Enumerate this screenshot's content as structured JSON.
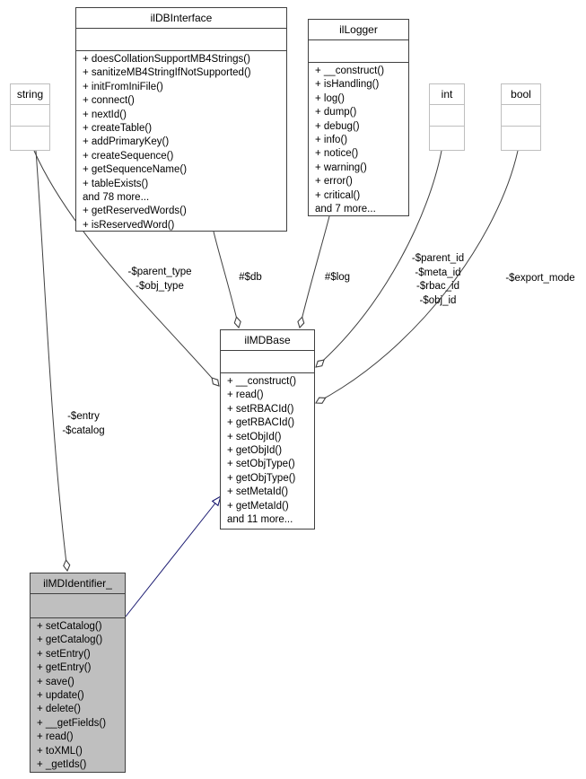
{
  "diagram_type": "uml-collaboration-diagram",
  "colors": {
    "edge": "#404040",
    "inheritance_edge": "#191970",
    "type_node_border": "#bebebe",
    "class_node_border": "#404040",
    "highlight_fill": "#bfbfbf",
    "node_fill": "#ffffff",
    "text": "#000000"
  },
  "nodes": {
    "ilDBInterface": {
      "title": "ilDBInterface",
      "members": [
        "+ doesCollationSupportMB4Strings()",
        "+ sanitizeMB4StringIfNotSupported()",
        "+ initFromIniFile()",
        "+ connect()",
        "+ nextId()",
        "+ createTable()",
        "+ addPrimaryKey()",
        "+ createSequence()",
        "+ getSequenceName()",
        "+ tableExists()",
        "and 78 more...",
        "+ getReservedWords()",
        "+ isReservedWord()"
      ]
    },
    "ilLogger": {
      "title": "ilLogger",
      "members": [
        "+ __construct()",
        "+ isHandling()",
        "+ log()",
        "+ dump()",
        "+ debug()",
        "+ info()",
        "+ notice()",
        "+ warning()",
        "+ error()",
        "+ critical()",
        "and 7 more..."
      ]
    },
    "string": {
      "title": "string"
    },
    "int": {
      "title": "int"
    },
    "bool": {
      "title": "bool"
    },
    "ilMDBase": {
      "title": "ilMDBase",
      "members": [
        "+ __construct()",
        "+ read()",
        "+ setRBACId()",
        "+ getRBACId()",
        "+ setObjId()",
        "+ getObjId()",
        "+ setObjType()",
        "+ getObjType()",
        "+ setMetaId()",
        "+ getMetaId()",
        "and 11 more..."
      ]
    },
    "ilMDIdentifier_": {
      "title": "ilMDIdentifier_",
      "members": [
        "+ setCatalog()",
        "+ getCatalog()",
        "+ setEntry()",
        "+ getEntry()",
        "+ save()",
        "+ update()",
        "+ delete()",
        "+ __getFields()",
        "+ read()",
        "+ toXML()",
        "+ _getIds()"
      ]
    }
  },
  "edge_labels": {
    "db": "#$db",
    "log": "#$log",
    "parent_type": "-$parent_type\n-$obj_type",
    "ids": "-$parent_id\n-$meta_id\n-$rbac_id\n-$obj_id",
    "export_mode": "-$export_mode",
    "entry": "-$entry\n-$catalog"
  }
}
